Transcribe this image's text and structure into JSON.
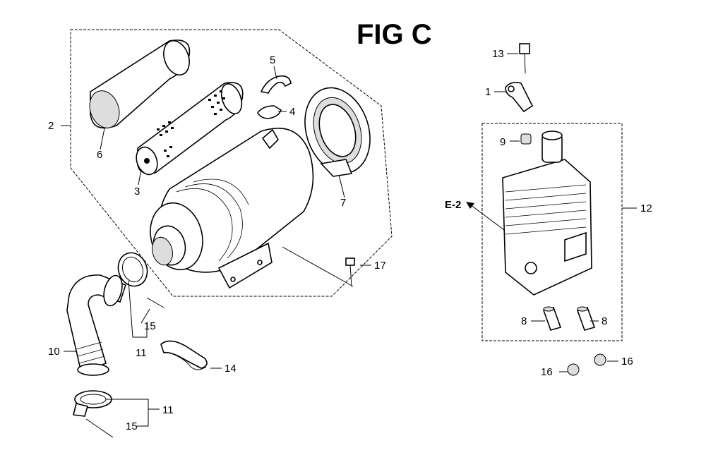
{
  "figure_title": "FIG C",
  "reference_label": "E-2",
  "callouts": {
    "c1": "1",
    "c2": "2",
    "c3": "3",
    "c4": "4",
    "c5": "5",
    "c6": "6",
    "c7": "7",
    "c8a": "8",
    "c8b": "8",
    "c9": "9",
    "c10": "10",
    "c11a": "11",
    "c11b": "11",
    "c12": "12",
    "c13": "13",
    "c14": "14",
    "c15a": "15",
    "c15b": "15",
    "c16a": "16",
    "c16b": "16",
    "c17": "17"
  }
}
